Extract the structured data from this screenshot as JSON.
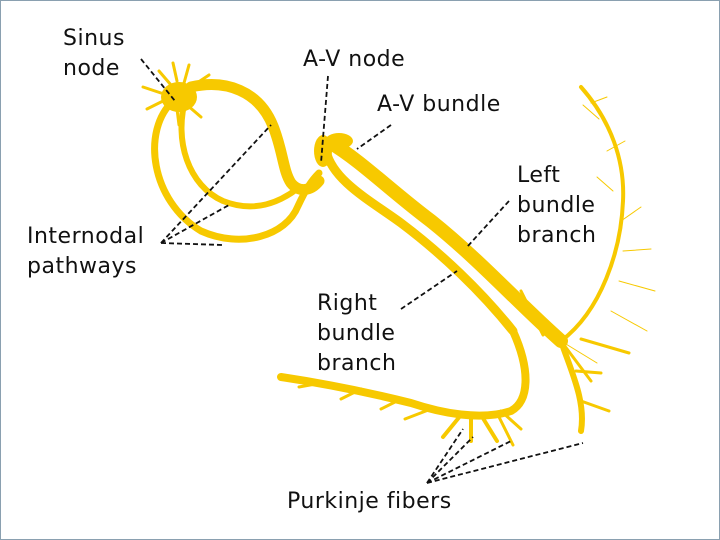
{
  "labels": {
    "sinus_node": "Sinus\nnode",
    "av_node": "A-V node",
    "av_bundle": "A-V bundle",
    "left_bundle_branch": "Left\nbundle\nbranch",
    "internodal_pathways": "Internodal\npathways",
    "right_bundle_branch": "Right\nbundle\nbranch",
    "purkinje_fibers": "Purkinje fibers"
  },
  "colors": {
    "conduction": "#f7c900",
    "leader": "#111111",
    "background": "#ffffff"
  }
}
